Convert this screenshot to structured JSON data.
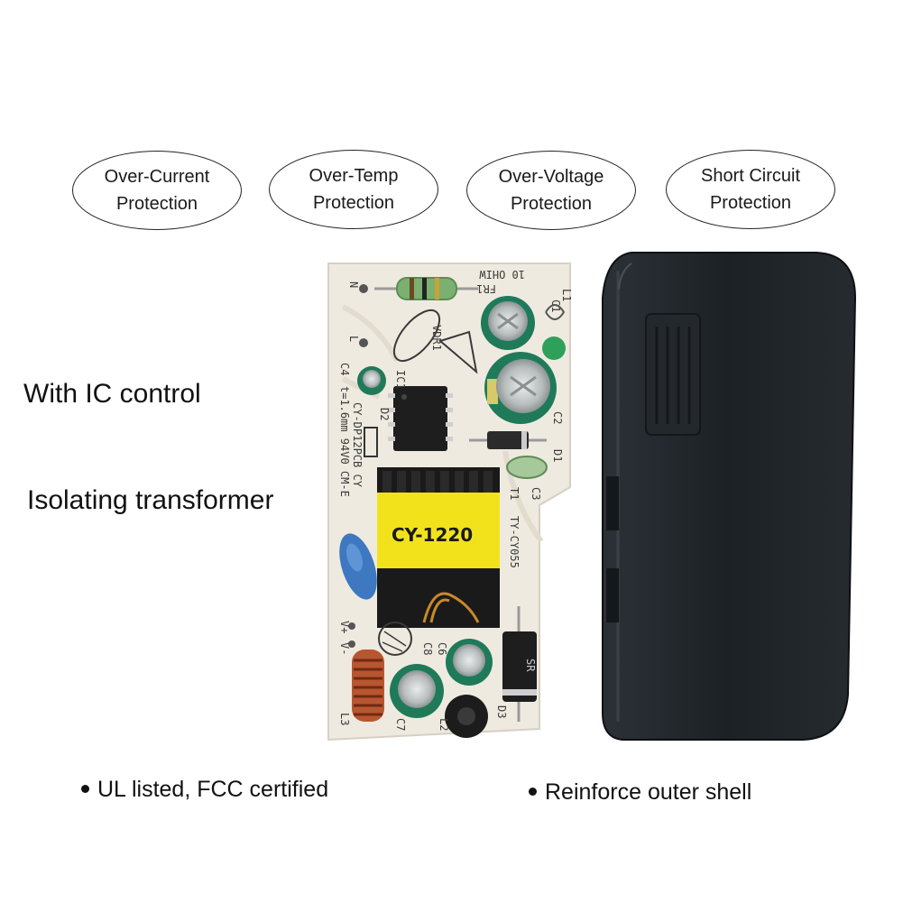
{
  "badges": [
    {
      "line1": "Over-Current",
      "line2": "Protection"
    },
    {
      "line1": "Over-Temp",
      "line2": "Protection"
    },
    {
      "line1": "Over-Voltage",
      "line2": "Protection"
    },
    {
      "line1": "Short Circuit",
      "line2": "Protection"
    }
  ],
  "labels": {
    "ic_control": "With IC control",
    "transformer": "Isolating transformer"
  },
  "bullets": {
    "ul": "UL listed, FCC certified",
    "shell": "Reinforce outer shell"
  },
  "pcb": {
    "transformer_marking": "CY-1220",
    "silkscreen": {
      "power": "10 OHIW",
      "fr1": "FR1",
      "n": "N",
      "l": "L",
      "vdr": "VDR1",
      "ic1": "IC1",
      "c4": "C4",
      "board": "t=1.6mm 94V0 CM-E",
      "model": "CY-DP12PCB CY",
      "d2": "D2",
      "c1": "C1",
      "l1": "L1",
      "c2": "C2",
      "d1": "D1",
      "c3": "C3",
      "t1": "T1",
      "ty": "TY-CY055",
      "vplus": "V+",
      "vminus": "V-",
      "c8": "C8",
      "c6": "C6",
      "c7": "C7",
      "l2": "L2",
      "l3": "L3",
      "d3": "D3",
      "sr": "SR"
    }
  },
  "colors": {
    "pcb": "#efeae0",
    "transformer": "#f2e21c",
    "shell": "#1e2328",
    "capacitor_green": "#1f7a5a",
    "x_capacitor_blue": "#3d78c0"
  }
}
